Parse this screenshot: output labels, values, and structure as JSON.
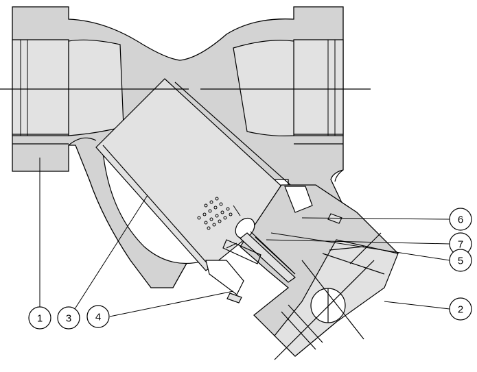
{
  "callouts": [
    {
      "number": "1"
    },
    {
      "number": "3"
    },
    {
      "number": "4"
    },
    {
      "number": "6"
    },
    {
      "number": "7"
    },
    {
      "number": "5"
    },
    {
      "number": "2"
    }
  ]
}
